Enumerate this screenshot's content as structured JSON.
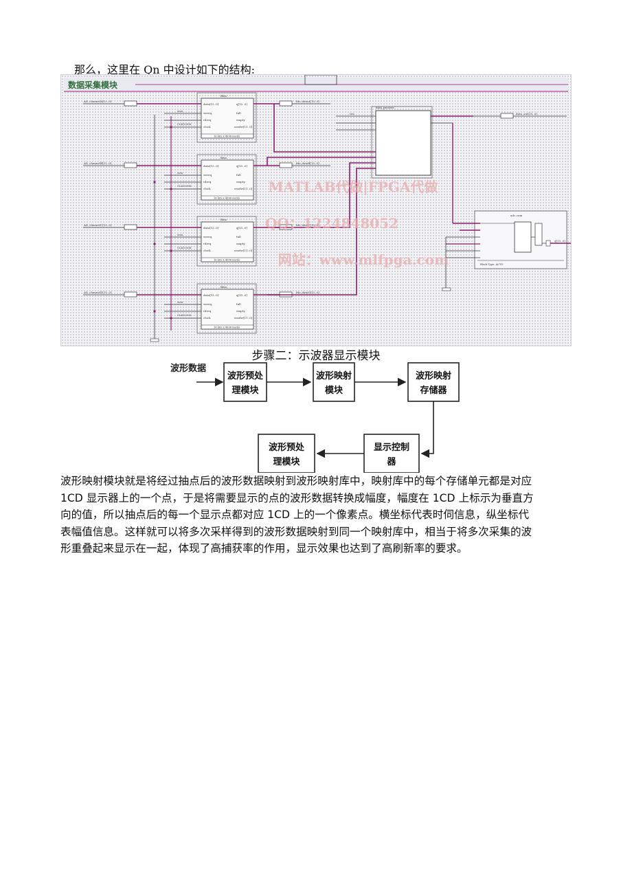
{
  "intro_text": "那么，这里在 Qn 中设计如下的结构:",
  "schematic": {
    "section_title": "数据采集模块",
    "fifo_title": "fifoa",
    "fifo_inputs": [
      "data[15..0]",
      "wrreq",
      "rdreq",
      "clock"
    ],
    "fifo_outputs": [
      "q[15..0]",
      "full",
      "empty",
      "usedw[11..0]"
    ],
    "fifo_footer": "16 bits x 4096 words",
    "input_pins": [
      "AD_channelA[15..0]",
      "AD_channelB[15..0]",
      "AD_channelC[15..0]",
      "AD_channelD[15..0]"
    ],
    "output_pins": [
      "fifo_dataA[15..0]",
      "fifo_dataB[15..0]",
      "fifo_dataC[15..0]",
      "fifo_dataD[15..0]"
    ],
    "wren_label": "wen",
    "clk_label": "CLK100M",
    "ren_label": "ren",
    "ctrl_title": "data_process",
    "ctrl_out_pin": "data_out[15..0]",
    "ram_title": "adc_ram",
    "ram_footer": "Block Type: AUTO",
    "ram_out_pin": "q[15..0]",
    "watermark": [
      "MATLAB代做|FPGA代做",
      "QQ：1224848052",
      "网站：www.mlfpga.com"
    ]
  },
  "step_title": "步骤二：示波器显示模块",
  "flow": {
    "input_label": "波形数据",
    "boxes": [
      {
        "line1": "波形预处",
        "line2": "理模块"
      },
      {
        "line1": "波形映射",
        "line2": "模块"
      },
      {
        "line1": "波形映射",
        "line2": "存储器"
      },
      {
        "line1": "显示控制",
        "line2": "器"
      },
      {
        "line1": "波形预处",
        "line2": "理模块"
      }
    ]
  },
  "paragraph_lines": [
    "波形映射模块就是将经过抽点后的波形数据映射到波形映射库中，映射库中的每个存储单元都是对应",
    "1CD 显示器上的一个点，于是将需要显示的点的波形数据转换成幅度，幅度在 1CD 上标示为垂直方",
    "向的值，所以抽点后的每一个显示点都对应 1CD 上的一个像素点。横坐标代表时伺信息，纵坐标代",
    "表幅值信息。这样就可以将多次采样得到的波形数据映射到同一个映射库中，相当于将多次采集的波",
    "形重叠起来显示在一起，体现了高捕获率的作用，显示效果也达到了高刷新率的要求。"
  ]
}
